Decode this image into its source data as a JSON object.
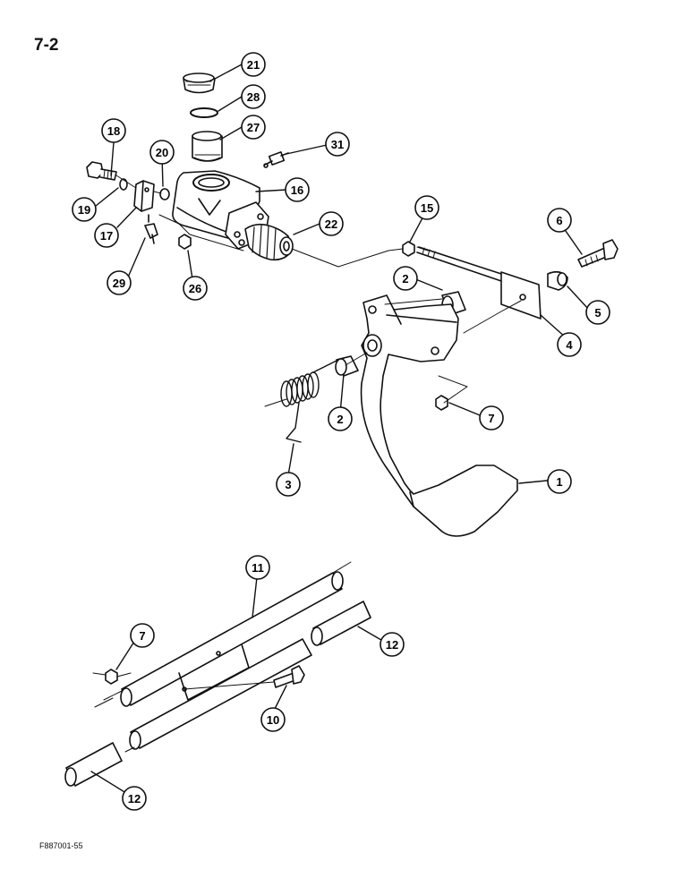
{
  "page_number": "7-2",
  "figure_code": "F887001-55",
  "callouts": [
    "21",
    "28",
    "27",
    "31",
    "18",
    "20",
    "16",
    "19",
    "17",
    "22",
    "29",
    "26",
    "15",
    "6",
    "2",
    "5",
    "4",
    "7",
    "2",
    "3",
    "1",
    "11",
    "7",
    "12",
    "10",
    "12"
  ],
  "colors": {
    "line": "#111111",
    "paper": "#ffffff"
  }
}
